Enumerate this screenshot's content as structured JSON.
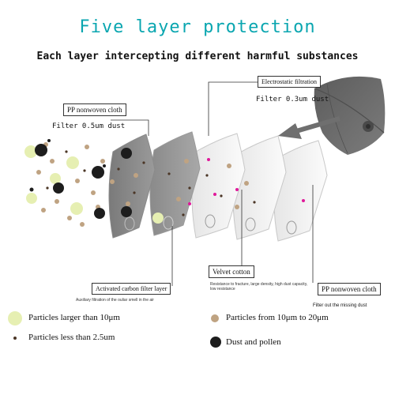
{
  "title": "Five layer protection",
  "subtitle": "Each layer intercepting different harmful substances",
  "layers": {
    "pp_outer": {
      "label": "PP nonwoven cloth",
      "desc": "Filter 0.5um dust"
    },
    "electrostatic": {
      "label": "Electrostatic filtration",
      "desc": "Filter 0.3um dust"
    },
    "carbon": {
      "label": "Activated carbon filter layer",
      "desc": "Auxiliary filtration of the ouliar smell in the air"
    },
    "velvet": {
      "label": "Velvet cotton",
      "desc": "Resistance to fracture, large density, high dust capacity, low resistance"
    },
    "pp_inner": {
      "label": "PP nonwoven cloth",
      "desc": "Filter out the missing dust"
    }
  },
  "legend": {
    "large": "Particles larger than 10μm",
    "medium": "Particles from 10μm to 20μm",
    "small": "Particles less than 2.5um",
    "dust": "Dust and pollen"
  },
  "colors": {
    "title": "#0aa6b0",
    "large_particle": "#e6efb2",
    "medium_particle": "#bfa382",
    "small_particle": "#4b3626",
    "pollen": "#1d1d1d",
    "magenta_dot": "#e0189a",
    "layer_dark": "#8f8f8f",
    "layer_light": "#f4f4f4",
    "mask": "#6a6a6a"
  }
}
